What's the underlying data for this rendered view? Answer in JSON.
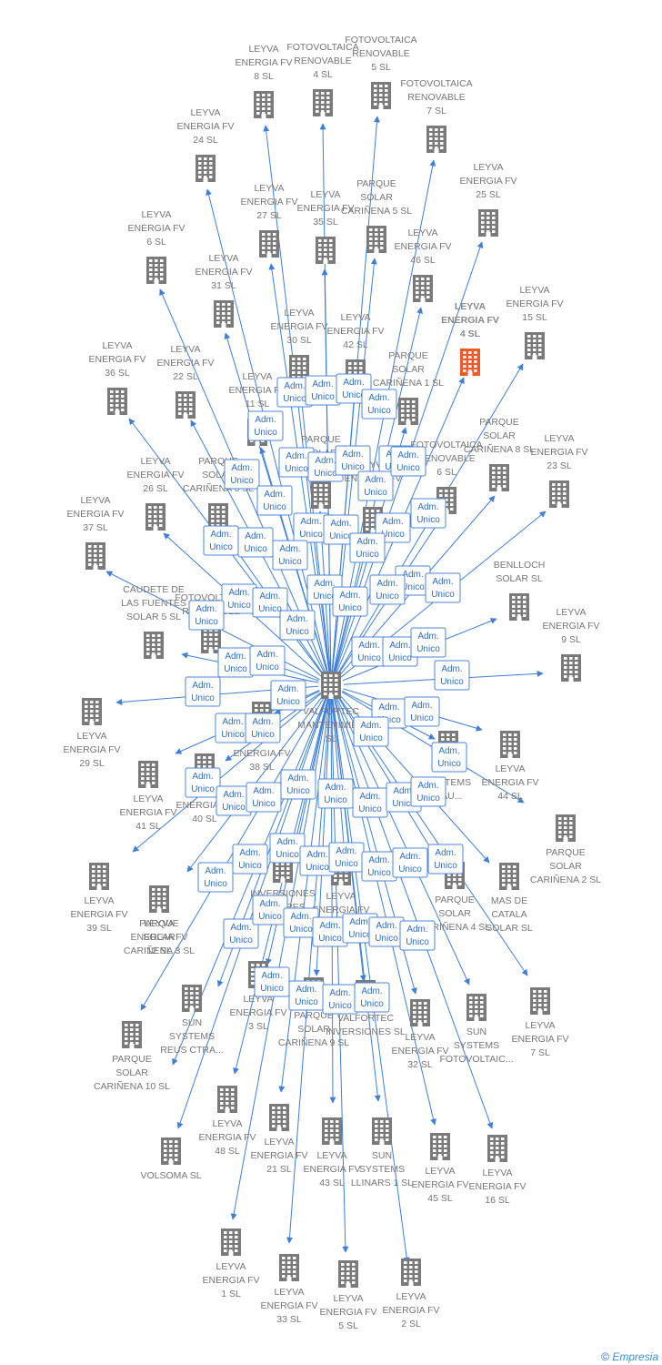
{
  "center": {
    "label": [
      "VALFORTEC",
      "MANTENIMIEN",
      "SL"
    ]
  },
  "edge_label": [
    "Adm.",
    "Unico"
  ],
  "footer": {
    "copyright": "©",
    "brand": "Empresia"
  },
  "colors": {
    "building": "#7a7a7a",
    "highlight": "#f05a28",
    "arrow": "#3d7fd9",
    "label": "#777777"
  },
  "nodes": [
    {
      "id": "n1",
      "label": [
        "LEYVA",
        "ENERGIA FV",
        "8 SL"
      ]
    },
    {
      "id": "n2",
      "label": [
        "FOTOVOLTAICA",
        "RENOVABLE",
        "4 SL"
      ]
    },
    {
      "id": "n3",
      "label": [
        "FOTOVOLTAICA",
        "RENOVABLE",
        "5 SL"
      ]
    },
    {
      "id": "n4",
      "label": [
        "FOTOVOLTAICA",
        "RENOVABLE",
        "7 SL"
      ]
    },
    {
      "id": "n5",
      "label": [
        "LEYVA",
        "ENERGIA FV",
        "24 SL"
      ]
    },
    {
      "id": "n6",
      "label": [
        "LEYVA",
        "ENERGIA FV",
        "25 SL"
      ]
    },
    {
      "id": "n7",
      "label": [
        "LEYVA",
        "ENERGIA FV",
        "27 SL"
      ]
    },
    {
      "id": "n8",
      "label": [
        "LEYVA",
        "ENERGIA FV",
        "35 SL"
      ]
    },
    {
      "id": "n9",
      "label": [
        "PARQUE",
        "SOLAR",
        "CARIÑENA 5 SL"
      ]
    },
    {
      "id": "n10",
      "label": [
        "LEYVA",
        "ENERGIA FV",
        "6 SL"
      ]
    },
    {
      "id": "n11",
      "label": [
        "LEYVA",
        "ENERGIA FV",
        "46 SL"
      ]
    },
    {
      "id": "n12",
      "label": [
        "LEYVA",
        "ENERGIA FV",
        "4 SL"
      ],
      "highlight": true
    },
    {
      "id": "n13",
      "label": [
        "LEYVA",
        "ENERGIA FV",
        "15 SL"
      ]
    },
    {
      "id": "n14",
      "label": [
        "LEYVA",
        "ENERGIA FV",
        "31 SL"
      ]
    },
    {
      "id": "n15",
      "label": [
        "LEYVA",
        "ENERGIA FV",
        "30 SL"
      ]
    },
    {
      "id": "n16",
      "label": [
        "LEYVA",
        "ENERGIA FV",
        "42 SL"
      ]
    },
    {
      "id": "n17",
      "label": [
        "PARQUE",
        "SOLAR",
        "CARIÑENA 1 SL"
      ]
    },
    {
      "id": "n18",
      "label": [
        "LEYVA",
        "ENERGIA FV",
        "36 SL"
      ]
    },
    {
      "id": "n19",
      "label": [
        "LEYVA",
        "ENERGIA FV",
        "22 SL"
      ]
    },
    {
      "id": "n20",
      "label": [
        "LEYVA",
        "ENERGIA FV",
        "11 SL"
      ]
    },
    {
      "id": "n21",
      "label": [
        "PARQUE",
        "SOLAR",
        "CARIÑENA 8 SL"
      ]
    },
    {
      "id": "n22",
      "label": [
        "LEYVA",
        "ENERGIA FV",
        "23 SL"
      ]
    },
    {
      "id": "n23",
      "label": [
        "PARQUE",
        "SOLAR",
        "CARIÑENA"
      ]
    },
    {
      "id": "n24",
      "label": [
        "FOTOVOLTAICA",
        "RENOVABLE",
        "6 SL"
      ]
    },
    {
      "id": "n25",
      "label": [
        "LEYVA",
        "ENERGIA FV",
        "26 SL"
      ]
    },
    {
      "id": "n26",
      "label": [
        "PARQUE",
        "SOLAR",
        "CARIÑENA 6 SL"
      ]
    },
    {
      "id": "n27",
      "label": [
        "LEYVA",
        "ENERGIA FV",
        "37 SL"
      ]
    },
    {
      "id": "n28",
      "label": [
        "LEYVA",
        "ENERGIA FV",
        "SL"
      ]
    },
    {
      "id": "n29",
      "label": [
        "BENLLOCH",
        "SOLAR SL"
      ]
    },
    {
      "id": "n30",
      "label": [
        "CAUDETE DE",
        "LAS FUENTES",
        "SOLAR 5 SL"
      ]
    },
    {
      "id": "n31",
      "label": [
        "FOTOVOLTAICA",
        "RENOVABLE"
      ]
    },
    {
      "id": "n32",
      "label": [
        "LEYVA",
        "ENERGIA FV",
        "9 SL"
      ]
    },
    {
      "id": "n33",
      "label": [
        "LEYVA",
        "ENERGIA FV",
        "29 SL"
      ]
    },
    {
      "id": "n34",
      "label": [
        "LEYVA",
        "ENERGIA FV",
        "38 SL"
      ]
    },
    {
      "id": "n35",
      "label": [
        "SUN",
        "SYSTEMS",
        "NAU..."
      ]
    },
    {
      "id": "n36",
      "label": [
        "LEYVA",
        "ENERGIA FV",
        "44 SL"
      ]
    },
    {
      "id": "n37",
      "label": [
        "LEYVA",
        "ENERGIA FV",
        "41 SL"
      ]
    },
    {
      "id": "n38",
      "label": [
        "LEYVA",
        "ENERGIA FV",
        "40 SL"
      ]
    },
    {
      "id": "n39",
      "label": [
        "PARQUE",
        "SOLAR",
        "CARIÑENA 2 SL"
      ]
    },
    {
      "id": "n40",
      "label": [
        "LEYVA",
        "ENERGIA FV",
        "39 SL"
      ]
    },
    {
      "id": "n41",
      "label": [
        "INVERSIONES",
        "SOLARES",
        "SL"
      ]
    },
    {
      "id": "n42",
      "label": [
        "LEYVA",
        "ENERGIA FV",
        "12 SL"
      ]
    },
    {
      "id": "n43",
      "label": [
        "LEYVA",
        "ENERGIA FV",
        "SL"
      ]
    },
    {
      "id": "n44",
      "label": [
        "PARQUE",
        "SOLAR",
        "CARIÑENA 4 SL"
      ]
    },
    {
      "id": "n45",
      "label": [
        "MAS DE",
        "CATALA",
        "SOLAR SL"
      ]
    },
    {
      "id": "n46",
      "label": [
        "PARQUE",
        "SOLAR",
        "CARIÑENA 3 SL"
      ]
    },
    {
      "id": "n47",
      "label": [
        "LEYVA",
        "ENERGIA FV",
        "3 SL"
      ]
    },
    {
      "id": "n48",
      "label": [
        "SUN",
        "SYSTEMS",
        "REUS CTRA..."
      ]
    },
    {
      "id": "n49",
      "label": [
        "PARQUE",
        "SOLAR",
        "CARIÑENA 9 SL"
      ]
    },
    {
      "id": "n50",
      "label": [
        "VALFORTEC",
        "INVERSIONES SL"
      ]
    },
    {
      "id": "n51",
      "label": [
        "LEYVA",
        "ENERGIA FV",
        "32 SL"
      ]
    },
    {
      "id": "n52",
      "label": [
        "SUN",
        "SYSTEMS",
        "FOTOVOLTAIC..."
      ]
    },
    {
      "id": "n53",
      "label": [
        "LEYVA",
        "ENERGIA FV",
        "7 SL"
      ]
    },
    {
      "id": "n54",
      "label": [
        "PARQUE",
        "SOLAR",
        "CARIÑENA 10 SL"
      ]
    },
    {
      "id": "n55",
      "label": [
        "LEYVA",
        "ENERGIA FV",
        "48 SL"
      ]
    },
    {
      "id": "n56",
      "label": [
        "LEYVA",
        "ENERGIA FV",
        "21 SL"
      ]
    },
    {
      "id": "n57",
      "label": [
        "LEYVA",
        "ENERGIA FV",
        "43 SL"
      ]
    },
    {
      "id": "n58",
      "label": [
        "SUN",
        "SYSTEMS",
        "LLINARS 1 SL"
      ]
    },
    {
      "id": "n59",
      "label": [
        "LEYVA",
        "ENERGIA FV",
        "45 SL"
      ]
    },
    {
      "id": "n60",
      "label": [
        "LEYVA",
        "ENERGIA FV",
        "16 SL"
      ]
    },
    {
      "id": "n61",
      "label": [
        "VOLSOMA SL"
      ]
    },
    {
      "id": "n62",
      "label": [
        "LEYVA",
        "ENERGIA FV",
        "1 SL"
      ]
    },
    {
      "id": "n63",
      "label": [
        "LEYVA",
        "ENERGIA FV",
        "33 SL"
      ]
    },
    {
      "id": "n64",
      "label": [
        "LEYVA",
        "ENERGIA FV",
        "5 SL"
      ]
    },
    {
      "id": "n65",
      "label": [
        "LEYVA",
        "ENERGIA FV",
        "2 SL"
      ]
    }
  ]
}
